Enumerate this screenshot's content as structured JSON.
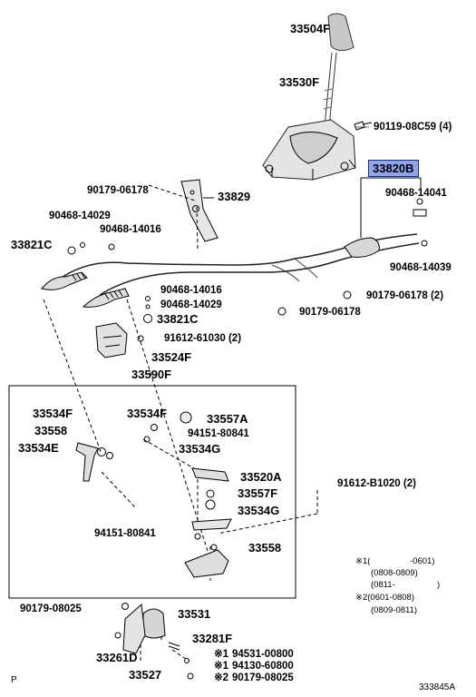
{
  "labels": {
    "shift_knob": "33504F",
    "shift_lever": "33530F",
    "bolt_top": "90119-08C59 (4)",
    "cable_assy": "33820B",
    "clip_right": "90468-14041",
    "bracket": "33829",
    "nut_bracket": "90179-06178",
    "clip_upper_left": "90468-14029",
    "clip_upper_mid": "90468-14016",
    "retainer_left": "33821C",
    "clip_right2": "90468-14039",
    "nut_right": "90179-06178 (2)",
    "clip_mid1": "90468-14016",
    "clip_mid2": "90468-14029",
    "retainer_mid": "33821C",
    "nut_center": "90179-06178",
    "bolt_mid": "91612-61030 (2)",
    "lever_assy": "33524F",
    "sub_assy": "33590F",
    "bushing_a": "33534F",
    "bushing_b": "33534F",
    "washer_a": "33557A",
    "lever_558": "33558",
    "washer_clip": "94151-80841",
    "lever_534e": "33534E",
    "bushing_g1": "33534G",
    "lever_520": "33520A",
    "bolt_right": "91612-B1020 (2)",
    "washer_f": "33557F",
    "bushing_g2": "33534G",
    "washer_clip2": "94151-80841",
    "lever_558b": "33558",
    "nut_bottom": "90179-08025",
    "housing": "33531",
    "pin": "33281F",
    "plate": "33261D",
    "bracket_bottom": "33527",
    "ref1_mark": "※1",
    "ref1_part": "94531-00800",
    "ref2_mark": "※1",
    "ref2_part": "94130-60800",
    "ref3_mark": "※2",
    "ref3_part": "90179-08025"
  },
  "notes": {
    "n1_mark": "※1(",
    "n1_val": "-0601)",
    "n2": "(0808-0809)",
    "n3_a": "(0811-",
    "n3_b": ")",
    "n4_mark": "※2(0601-0808)",
    "n5": "(0809-0811)"
  },
  "corner_left": "P",
  "diagram_id": "333845A"
}
